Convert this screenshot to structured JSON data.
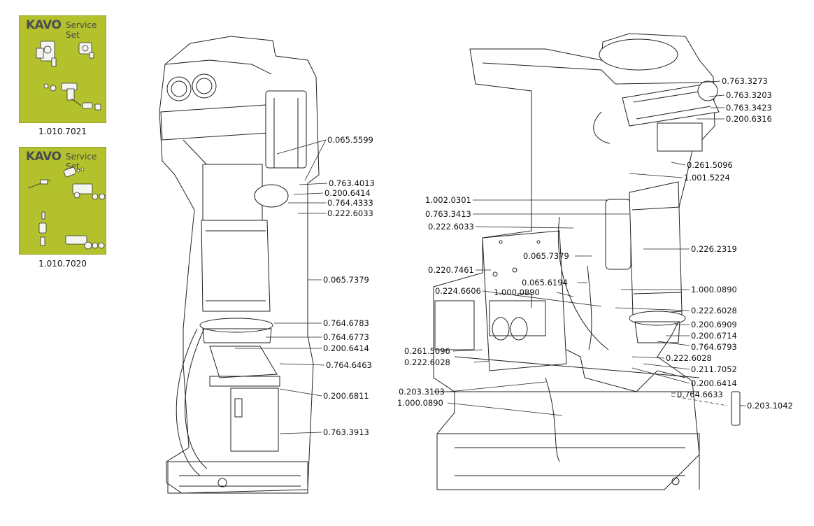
{
  "colors": {
    "kit_background": "#b2c12c",
    "line": "#222222"
  },
  "service_sets": [
    {
      "logo": "KAVO",
      "label": "Service Set",
      "part_number": "1.010.7021"
    },
    {
      "logo": "KAVO",
      "label": "Service Set",
      "part_number": "1.010.7020"
    }
  ],
  "left_unit_callouts": [
    "0.065.5599",
    "0.763.4013",
    "0.200.6414",
    "0.764.4333",
    "0.222.6033",
    "0.065.7379",
    "0.764.6783",
    "0.764.6773",
    "0.200.6414",
    "0.764.6463",
    "0.200.6811",
    "0.763.3913"
  ],
  "right_unit_callouts": [
    "0.763.3273",
    "0.763.3203",
    "0.763.3423",
    "0.200.6316",
    "0.261.5096",
    "1.001.5224",
    "1.002.0301",
    "0.763.3413",
    "0.222.6033",
    "0.226.2319",
    "0.065.7379",
    "0.220.7461",
    "0.065.6194",
    "0.224.6606",
    "1.000.0890",
    "1.000.0890",
    "0.222.6028",
    "0.200.6909",
    "0.200.6714",
    "0.764.6793",
    "0.261.5096",
    "0.222.6028",
    "0.222.6028",
    "0.211.7052",
    "0.200.6414",
    "0.203.3103",
    "0.764.6633",
    "1.000.0890",
    "0.203.1042"
  ]
}
